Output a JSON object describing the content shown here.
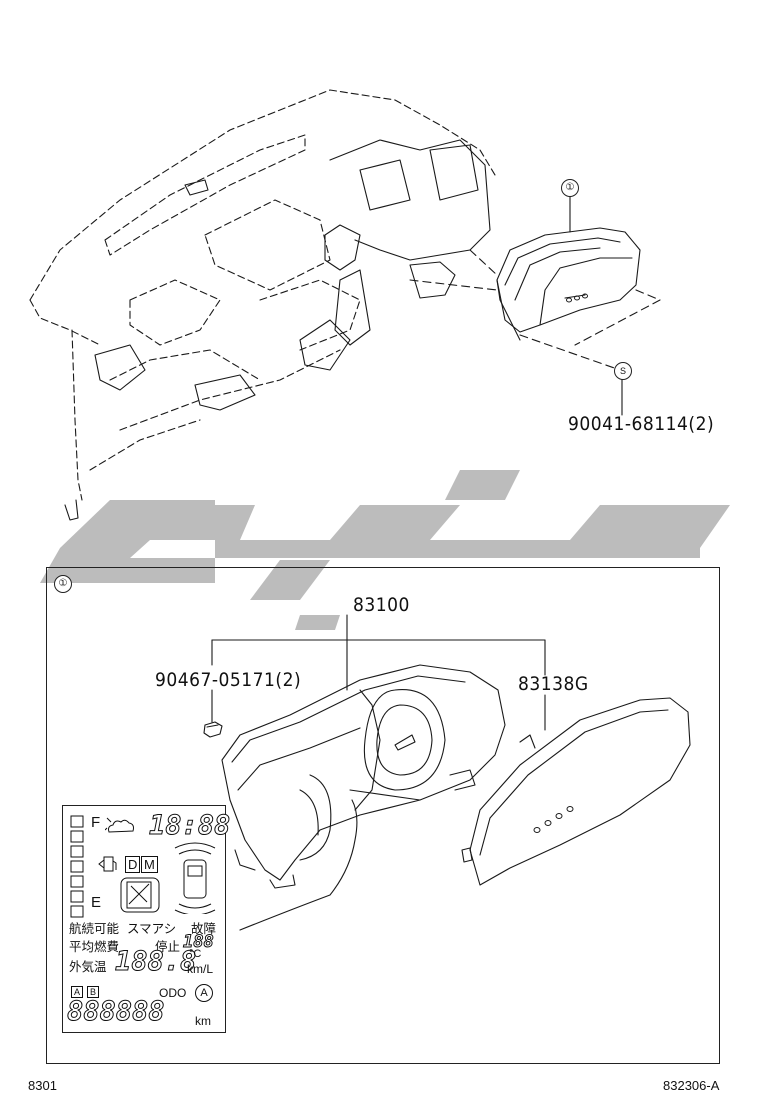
{
  "watermark": {
    "text": "تويوتا",
    "color": "#b5b5b5"
  },
  "callouts": {
    "top_circle": "①",
    "screw_symbol": "S",
    "inset_circle": "①"
  },
  "parts": {
    "screw_top": "90041-68114(2)",
    "meter_assy": "83100",
    "screw_inset": "90467-05171(2)",
    "glass": "83138G"
  },
  "lcd": {
    "fuel_full": "F",
    "fuel_empty": "E",
    "clock": "18:88",
    "gear_d": "D",
    "gear_m": "M",
    "line_range": "航続可能",
    "line_smart": "スマアシ",
    "line_fault": "故障",
    "line_avg": "平均燃費",
    "line_stop": "停止",
    "stop_digits": "188",
    "line_outside": "外気温",
    "temp_digits": "188.8",
    "unit_c": "°C",
    "unit_kml": "km/L",
    "odo": "ODO",
    "badge_a": "A",
    "badge_b": "B",
    "odo_digits": "888888",
    "unit_km": "km",
    "auto_badge": "A"
  },
  "footer": {
    "left": "8301",
    "right": "832306-A"
  }
}
